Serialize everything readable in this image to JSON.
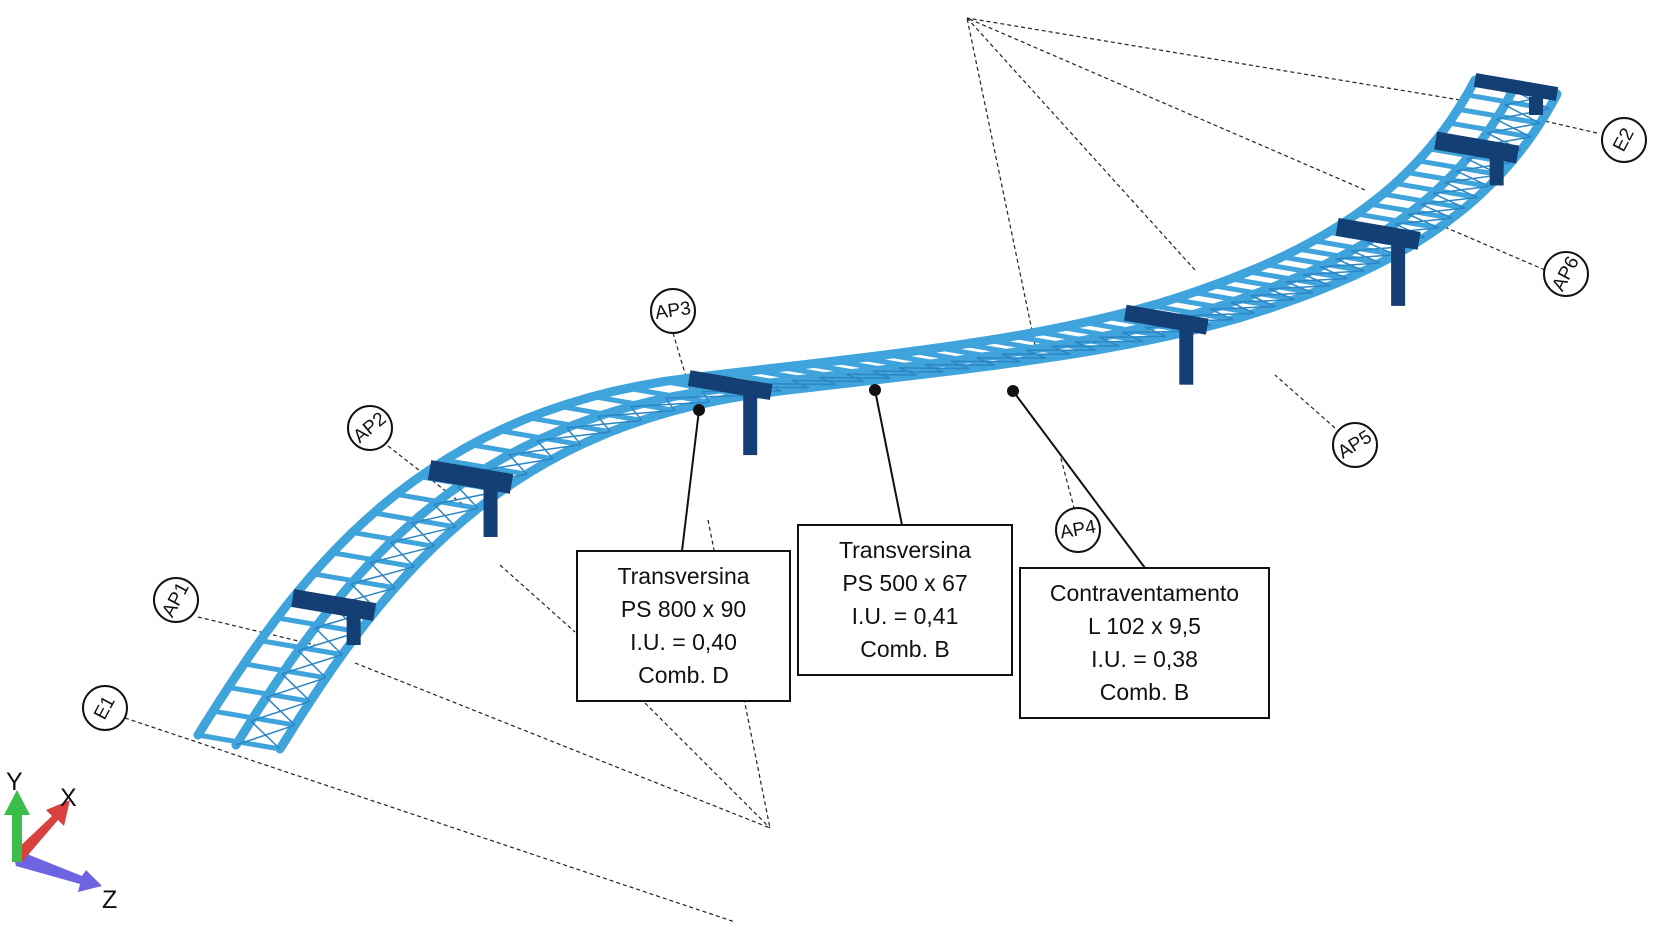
{
  "colors": {
    "steel": "#3fa3dc",
    "steel_dark": "#2b86c4",
    "pier": "#133f75",
    "guide_line": "#222222",
    "axis_y": "#3bbd4a",
    "axis_x": "#d8413e",
    "axis_z": "#6c64e0"
  },
  "supports": [
    "E1",
    "AP1",
    "AP2",
    "AP3",
    "AP4",
    "AP5",
    "AP6",
    "E2"
  ],
  "callouts": [
    {
      "id": "transversina-1",
      "lines": [
        "Transversina",
        "PS 800 x 90",
        "I.U. = 0,40",
        "Comb. D"
      ]
    },
    {
      "id": "transversina-2",
      "lines": [
        "Transversina",
        "PS 500 x 67",
        "I.U. = 0,41",
        "Comb. B"
      ]
    },
    {
      "id": "contraventamento",
      "lines": [
        "Contraventamento",
        "L 102 x 9,5",
        "I.U. = 0,38",
        "Comb. B"
      ]
    }
  ],
  "axes": {
    "y": "Y",
    "x": "X",
    "z": "Z"
  }
}
